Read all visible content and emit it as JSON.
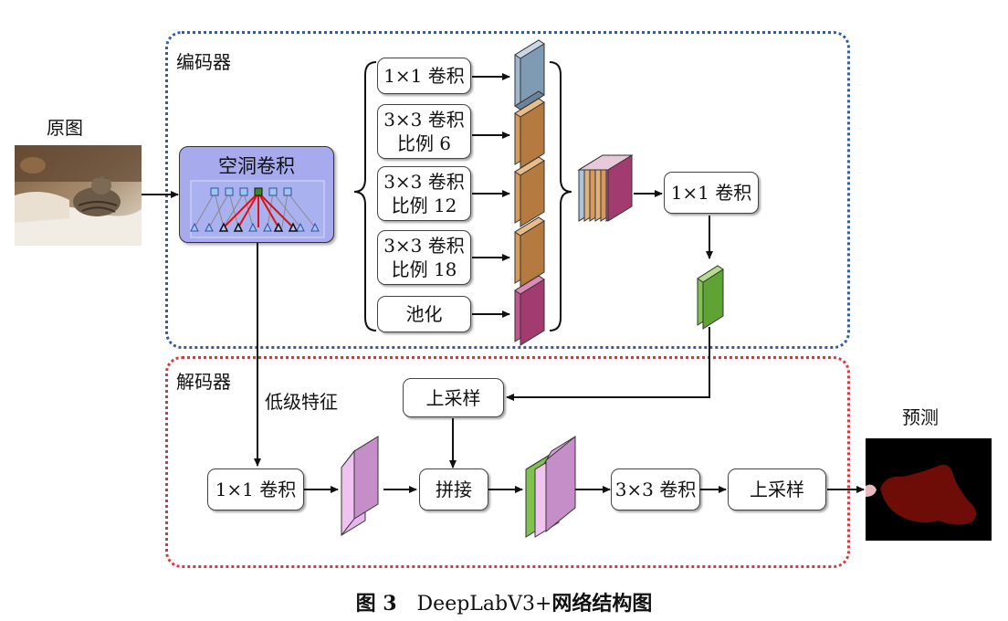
{
  "diagram": {
    "input_label": "原图",
    "output_label": "预测",
    "encoder": {
      "label": "编码器",
      "atrous_title": "空洞卷积",
      "branches": [
        {
          "line1": "1×1 卷积",
          "line2": ""
        },
        {
          "line1": "3×3 卷积",
          "line2": "比例 6"
        },
        {
          "line1": "3×3 卷积",
          "line2": "比例 12"
        },
        {
          "line1": "3×3 卷积",
          "line2": "比例 18"
        },
        {
          "line1": "池化",
          "line2": ""
        }
      ],
      "fuse_conv": "1×1 卷积"
    },
    "decoder": {
      "label": "解码器",
      "low_level_label": "低级特征",
      "low_conv": "1×1 卷积",
      "upsample1": "上采样",
      "concat": "拼接",
      "conv33": "3×3 卷积",
      "upsample2": "上采样"
    },
    "caption": {
      "prefix": "图 3",
      "model": "DeepLabV3+",
      "suffix": "网络结构图"
    },
    "colors": {
      "encoder_border": "#2f5ea6",
      "decoder_border": "#e0343a",
      "atrous_bg": "#a8aaee",
      "feat_blue": "#9fb8cf",
      "feat_orange": "#d59a5e",
      "feat_pink": "#c2568e",
      "feat_green": "#7fc24f",
      "feat_violet": "#c58ec8",
      "pred_red": "#6e0d08"
    }
  }
}
